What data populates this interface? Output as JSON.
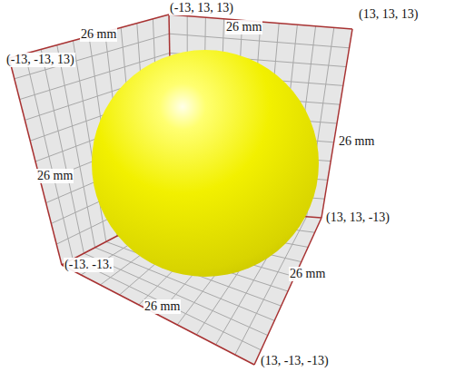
{
  "diagram": {
    "labels": [
      "(-13, 13, 13)",
      "26 mm",
      "26 mm",
      "(13, 13, 13)",
      "(-13, -13, 13)",
      "26 mm",
      "26 mm",
      "(13, 13, -13)",
      "(-13. -13.",
      "26 mm",
      "26 mm",
      "(13, -13, -13)"
    ]
  }
}
